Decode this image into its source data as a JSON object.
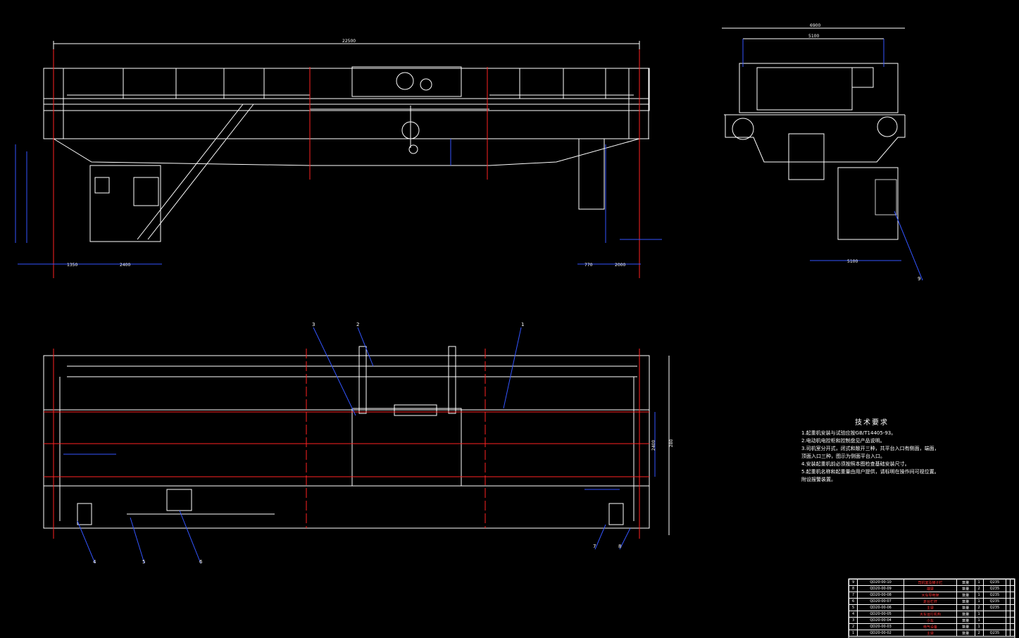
{
  "dimensions": {
    "span": "22500",
    "width_total": "6900",
    "width_rail": "5100",
    "height_main": "2400",
    "front_1": "1350",
    "front_2": "2400",
    "plan_width": "5100",
    "side_a": "770",
    "side_b": "2000",
    "side_c": "280"
  },
  "leaders": [
    "1",
    "2",
    "3",
    "4",
    "5",
    "6",
    "7",
    "8",
    "9"
  ],
  "tech_notes": {
    "title": "技术要求",
    "lines": [
      "1.起重机安装与试验应按GB/T14405-93。",
      "2.电动机电控柜和控制盘见产品说明。",
      "3.司机室分开式，闭式和敞开三种，共平台入口有侧面，端面，",
      "顶面入口三种，图示为侧面平台入口。",
      "4.安装起重机前必须按照本图检查基础安装尺寸。",
      "5.起重机名称和起重量由用户提供，请标明在操作间可视位置。",
      "附设报警装置。"
    ]
  },
  "bom": [
    [
      "9",
      "QD20-00-10",
      "司机室及梯子栏",
      "数量",
      "1",
      "Q235",
      "",
      ""
    ],
    [
      "8",
      "QD20-00-09",
      "端梁",
      "数量",
      "2",
      "Q235",
      "",
      ""
    ],
    [
      "7",
      "QD20-00-08",
      "大车导电架",
      "数量",
      "1",
      "Q235",
      "",
      ""
    ],
    [
      "6",
      "QD20-00-07",
      "走台栏杆",
      "数量",
      "1",
      "Q235",
      "",
      ""
    ],
    [
      "5",
      "QD20-00-06",
      "主梁",
      "数量",
      "2",
      "Q235",
      "",
      ""
    ],
    [
      "4",
      "QD20-00-05",
      "大车运行机构",
      "数量",
      "1",
      "",
      "",
      ""
    ],
    [
      "3",
      "QD20-00-04",
      "小车",
      "数量",
      "1",
      "",
      "",
      ""
    ],
    [
      "2",
      "QD20-00-03",
      "电气设备",
      "数量",
      "1",
      "",
      "",
      ""
    ],
    [
      "1",
      "QD20-00-02",
      "主梁",
      "数量",
      "2",
      "Q235",
      "",
      ""
    ]
  ]
}
